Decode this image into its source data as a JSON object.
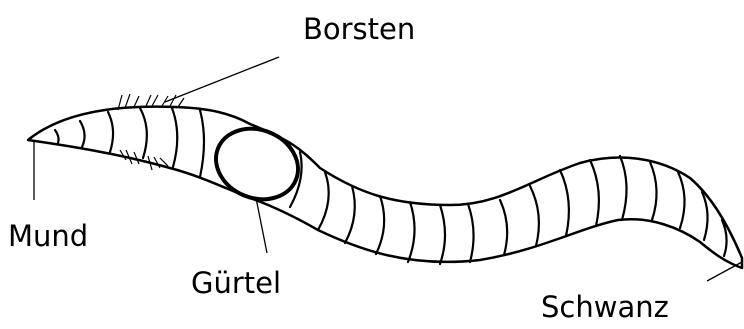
{
  "labels": {
    "borsten": "Borsten",
    "mund": "Mund",
    "guertel": "Gürtel",
    "schwanz": "Schwanz"
  }
}
